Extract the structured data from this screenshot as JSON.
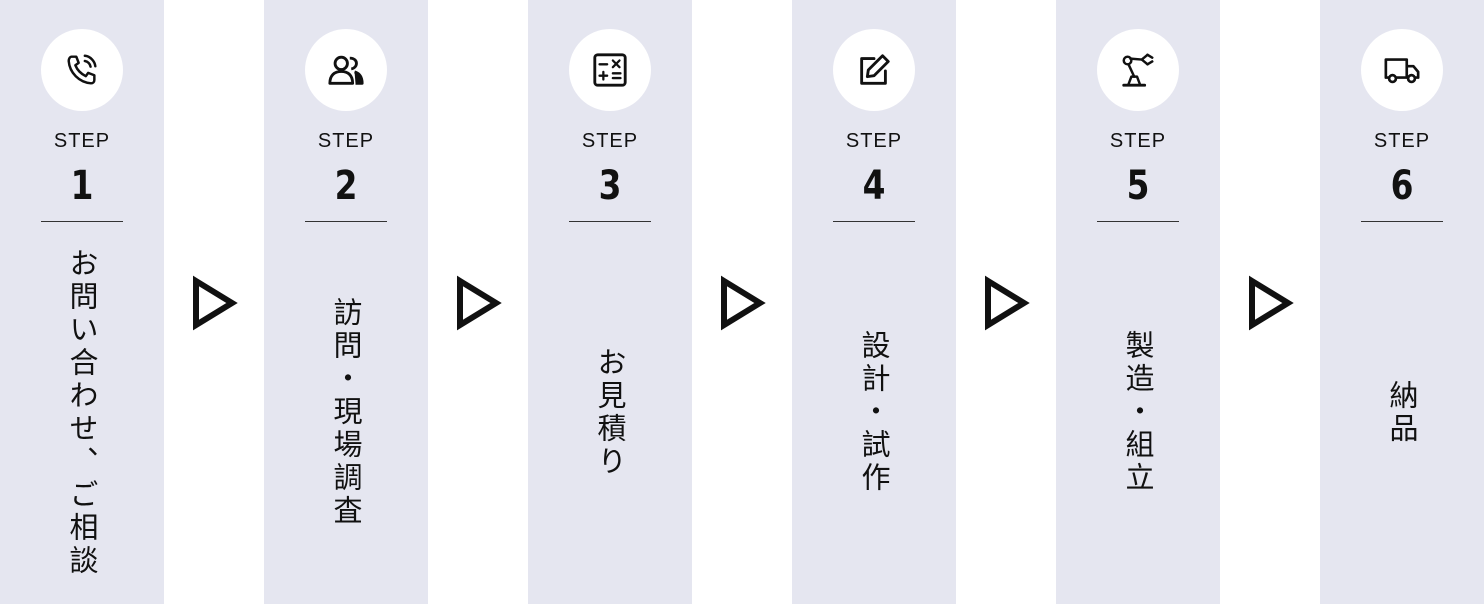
{
  "step_prefix": "STEP",
  "steps": [
    {
      "number": "1",
      "title": "お問い合わせ、ご相談",
      "icon": "phone-icon"
    },
    {
      "number": "2",
      "title": "訪問・現場調査",
      "icon": "people-icon"
    },
    {
      "number": "3",
      "title": "お見積り",
      "icon": "calculator-icon"
    },
    {
      "number": "4",
      "title": "設計・試作",
      "icon": "edit-icon"
    },
    {
      "number": "5",
      "title": "製造・組立",
      "icon": "robot-arm-icon"
    },
    {
      "number": "6",
      "title": "納品",
      "icon": "truck-icon"
    }
  ],
  "colors": {
    "column_bg": "#e5e6f0",
    "circle_bg": "#ffffff",
    "text": "#111111"
  }
}
